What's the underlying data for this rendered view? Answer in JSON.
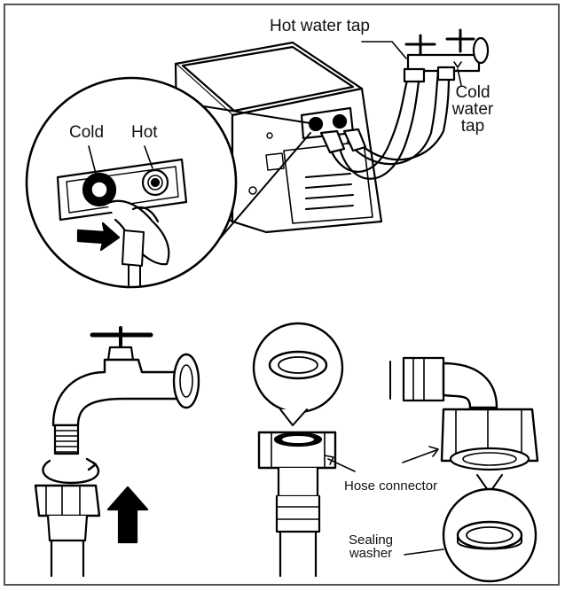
{
  "labels": {
    "hot_water_tap": "Hot water tap",
    "cold_water_tap": [
      "Cold",
      "water",
      "tap"
    ],
    "cold": "Cold",
    "hot": "Hot",
    "hose_connector": "Hose connector",
    "sealing_washer": [
      "Sealing",
      "washer"
    ]
  },
  "icons": [
    "washing-machine",
    "water-tap",
    "hose-connector",
    "sealing-washer",
    "arrow-up",
    "rotate-arrow"
  ],
  "colors": {
    "line": "#000000",
    "background": "#ffffff",
    "frame": "#555555"
  }
}
